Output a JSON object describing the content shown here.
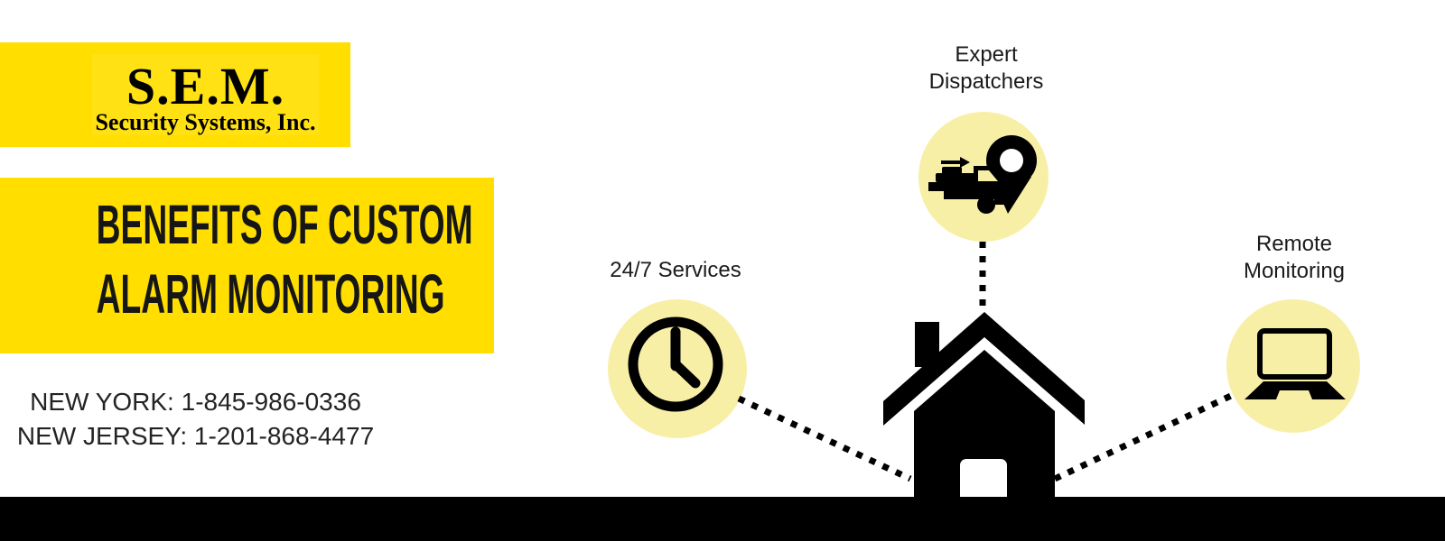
{
  "logo": {
    "name": "S.E.M.",
    "tagline": "Security Systems, Inc."
  },
  "headline": {
    "line1": "BENEFITS OF CUSTOM",
    "line2": "ALARM MONITORING"
  },
  "contact": {
    "new_york": "NEW YORK: 1-845-986-0336",
    "new_jersey": "NEW JERSEY: 1-201-868-4477"
  },
  "features": [
    {
      "icon": "clock-icon",
      "label_lines": [
        "24/7 Services"
      ]
    },
    {
      "icon": "tow-truck-location-pin-icon",
      "label_lines": [
        "Expert",
        "Dispatchers"
      ]
    },
    {
      "icon": "laptop-icon",
      "label_lines": [
        "Remote",
        "Monitoring"
      ]
    }
  ],
  "center_icon": "house-icon",
  "colors": {
    "brand_yellow": "#FFDE00",
    "pale_yellow": "#F8EFA6",
    "bar_black": "#000000",
    "text_dark": "#1E1E1E"
  }
}
